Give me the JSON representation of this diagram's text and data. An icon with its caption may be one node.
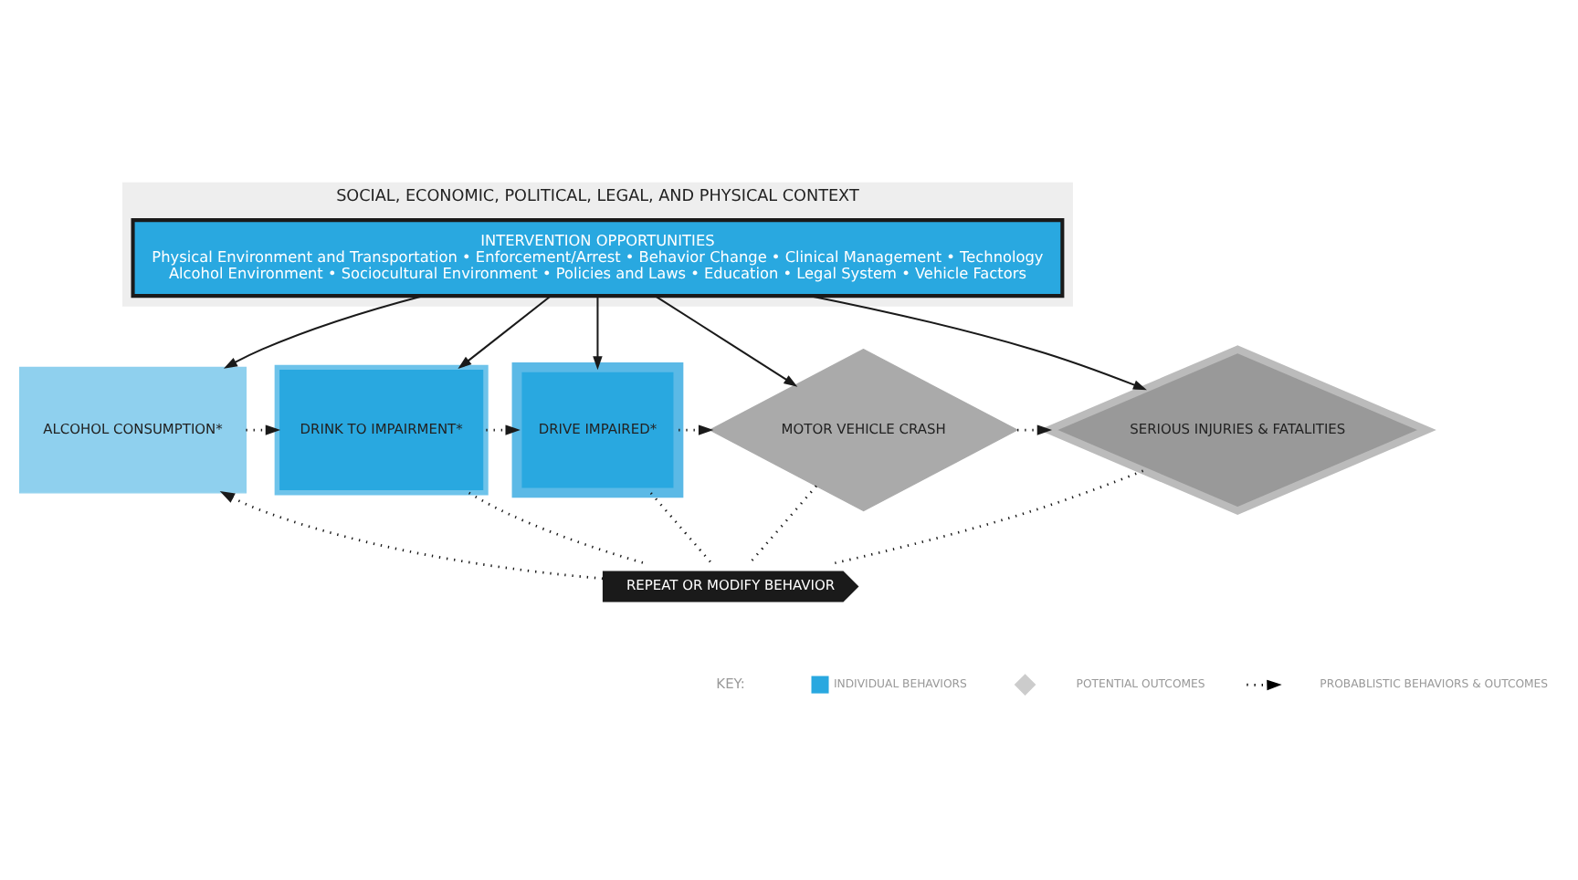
{
  "diagram": {
    "nodes": [
      {
        "text": [
          "SOCIAL, ECONOMIC, POLITICAL, LEGAL, AND PHYSICAL CONTEXT"
        ]
      },
      {
        "text": [
          "INTERVENTION OPPORTUNITIES",
          "Physical Environment and Transportation • Enforcement/Arrest • Behavior Change • Clinical Management • Technology",
          "Alcohol Environment • Sociocultural Environment • Policies and Laws • Education • Legal System • Vehicle Factors"
        ],
        "in": 0
      },
      {
        "text": [
          "ALCOHOL CONSUMPTION*"
        ]
      },
      {
        "text": [
          "DRINK TO IMPAIRMENT*"
        ]
      },
      {
        "text": [
          "DRIVE IMPAIRED*"
        ]
      },
      {
        "text": [
          "MOTOR VEHICLE CRASH"
        ]
      },
      {
        "text": [
          "SERIOUS INJURIES & FATALITIES"
        ]
      },
      {
        "text": [
          "REPEAT OR MODIFY BEHAVIOR"
        ]
      }
    ],
    "edges": [
      {
        "from": 1,
        "to": 2,
        "arrow": "to"
      },
      {
        "from": 1,
        "to": 3,
        "arrow": "to"
      },
      {
        "from": 1,
        "to": 4,
        "arrow": "to"
      },
      {
        "from": 1,
        "to": 5,
        "arrow": "to"
      },
      {
        "from": 1,
        "to": 6,
        "arrow": "to"
      },
      {
        "from": 2,
        "to": 3,
        "arrow": "to",
        "style": "dashed"
      },
      {
        "from": 3,
        "to": 4,
        "arrow": "to",
        "style": "dashed"
      },
      {
        "from": 4,
        "to": 5,
        "arrow": "to",
        "style": "dashed"
      },
      {
        "from": 5,
        "to": 6,
        "arrow": "to",
        "style": "dashed"
      },
      {
        "from": 3,
        "to": 7,
        "arrow": "none",
        "style": "dashed"
      },
      {
        "from": 4,
        "to": 7,
        "arrow": "none",
        "style": "dashed"
      },
      {
        "from": 5,
        "to": 7,
        "arrow": "none",
        "style": "dashed"
      },
      {
        "from": 6,
        "to": 7,
        "arrow": "none",
        "style": "dashed"
      },
      {
        "from": 7,
        "to": 2,
        "arrow": "to",
        "style": "dashed"
      }
    ],
    "labels": [
      "KEY:"
    ],
    "legend": [
      {
        "text": "INDIVIDUAL BEHAVIORS",
        "color": "#29a8e0"
      },
      {
        "text": "POTENTIAL OUTCOMES"
      },
      {
        "text": "PROBABLISTIC BEHAVIORS & OUTCOMES"
      }
    ]
  }
}
